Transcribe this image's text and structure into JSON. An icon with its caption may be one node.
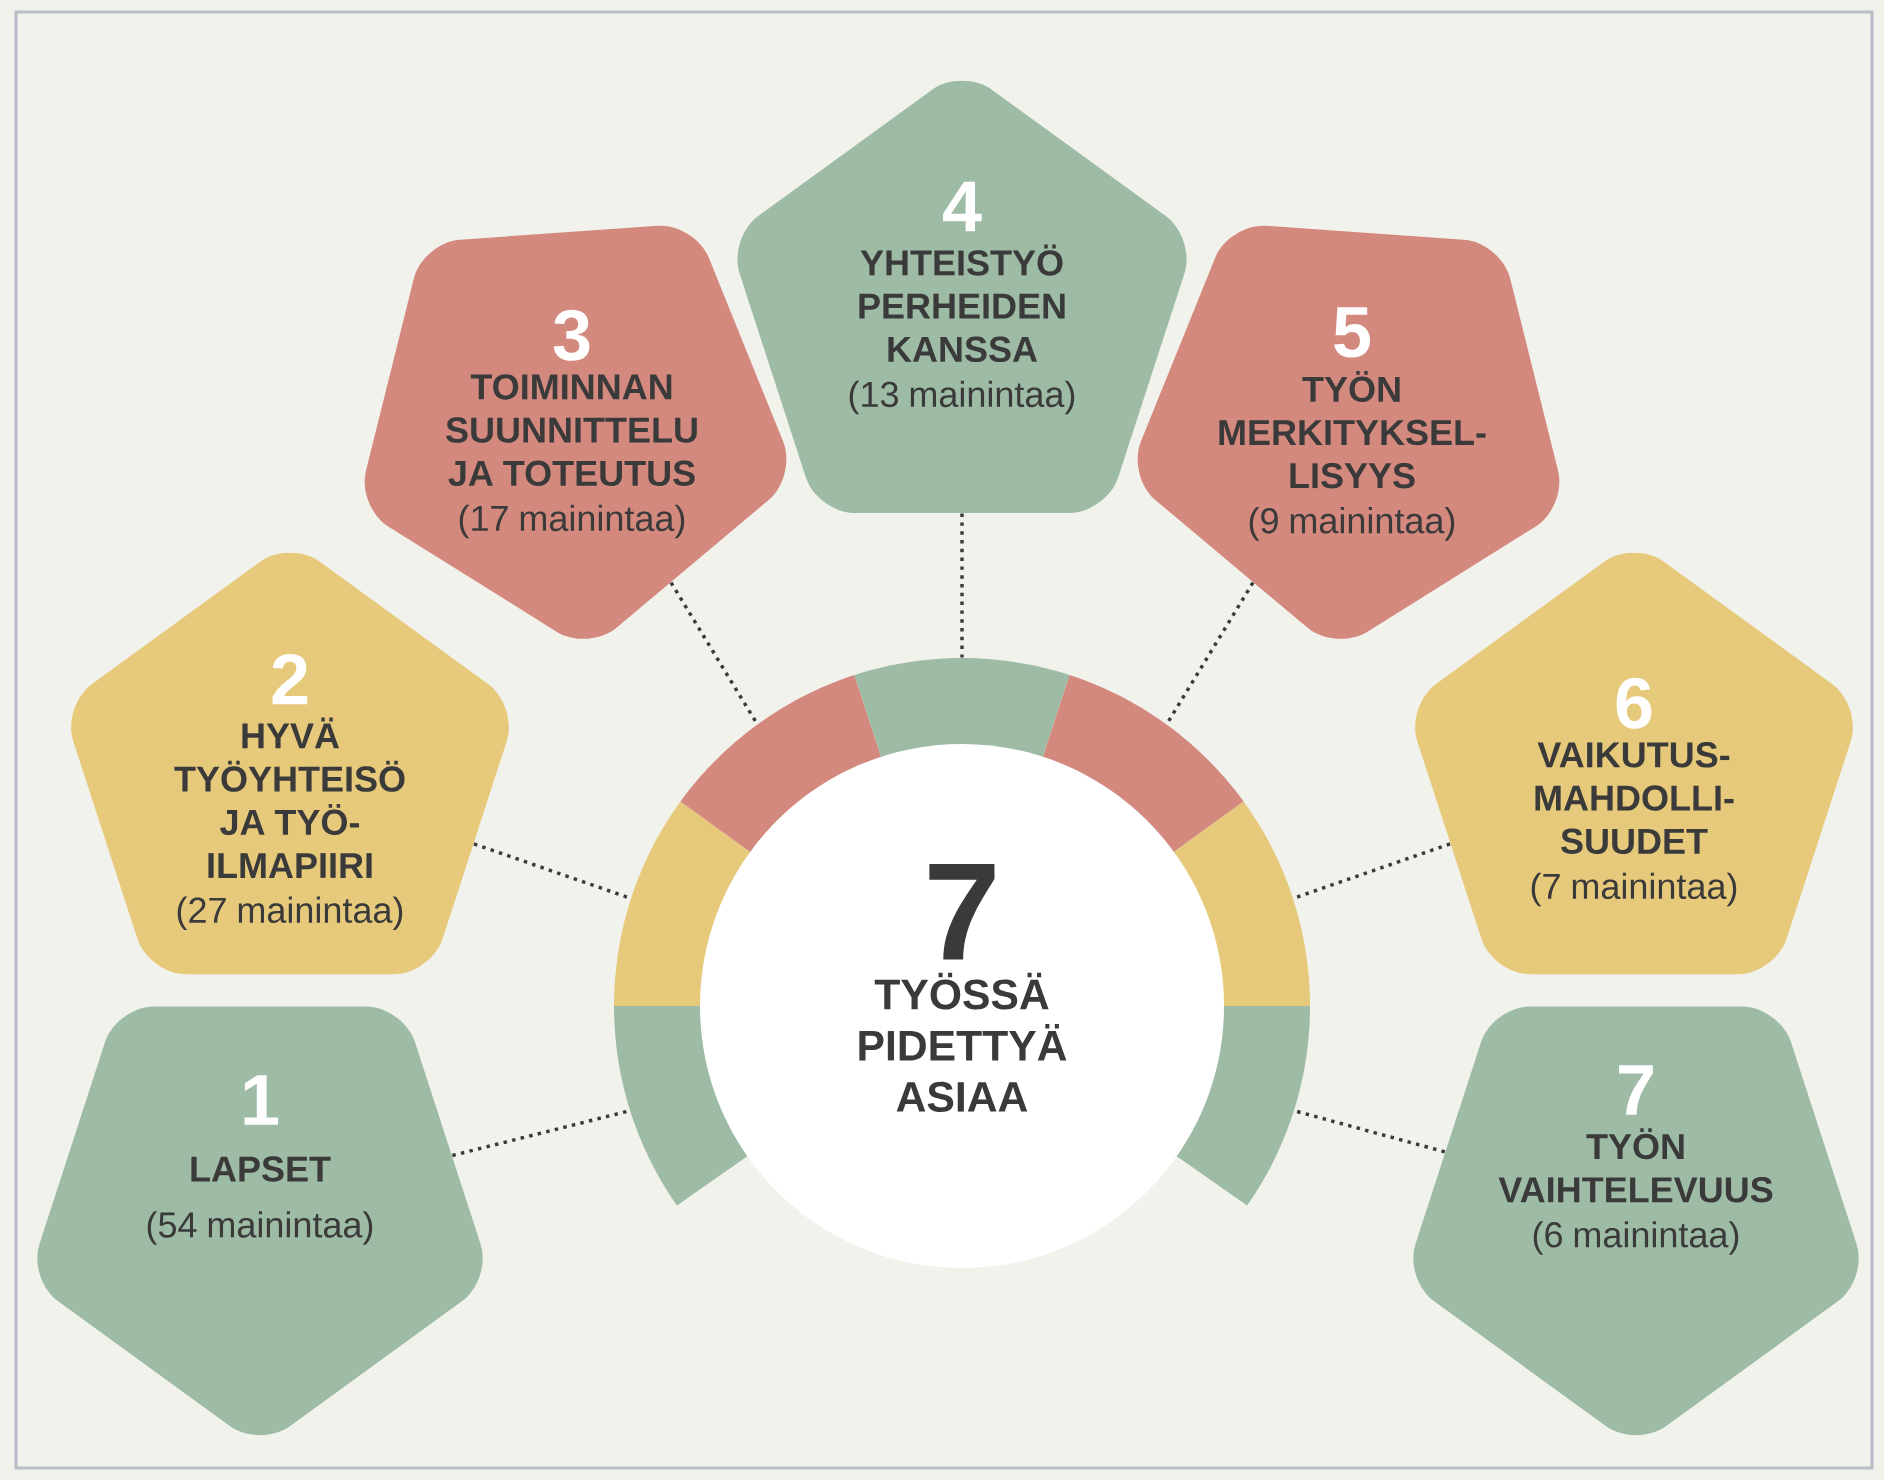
{
  "diagram": {
    "nodes": [
      {
        "text": [
          "1",
          "LAPSET",
          "(54 mainintaa)"
        ]
      },
      {
        "text": [
          "2",
          "HYVÄ TYÖYHTEISÖ JA TYÖ- ILMAPIIRI",
          "(27 mainintaa)"
        ]
      },
      {
        "text": [
          "3",
          "TOIMINNAN SUUNNITTELU JA TOTEUTUS",
          "(17 mainintaa)"
        ]
      },
      {
        "text": [
          "4",
          "YHTEISTYÖ PERHEIDEN KANSSA",
          "(13 mainintaa)"
        ]
      },
      {
        "text": [
          "5",
          "TYÖN MERKITYKSEL- LISYYS",
          "(9 mainintaa)"
        ]
      },
      {
        "text": [
          "6",
          "VAIKUTUS- MAHDOLLI- SUUDET",
          "(7 mainintaa)"
        ]
      },
      {
        "text": [
          "7",
          "TYÖN VAIHTELEVUUS",
          "(6 mainintaa)"
        ]
      },
      {
        "text": [
          "7",
          "TYÖSSÄ PIDETTYÄ ASIAA"
        ]
      },
      {
        "text": [],
        "shape": "arc"
      },
      {
        "text": [],
        "shape": "arc"
      },
      {
        "text": [],
        "shape": "arc"
      },
      {
        "text": [],
        "shape": "arc"
      },
      {
        "text": [],
        "shape": "arc"
      },
      {
        "text": [],
        "shape": "arc"
      },
      {
        "text": [],
        "shape": "arc"
      }
    ],
    "edges": [
      {
        "from": 0,
        "to": 8,
        "arrow": "none"
      },
      {
        "from": 1,
        "to": 9,
        "arrow": "none"
      },
      {
        "from": 2,
        "to": 10,
        "arrow": "none"
      },
      {
        "from": 3,
        "to": 11,
        "arrow": "none"
      },
      {
        "from": 4,
        "to": 12,
        "arrow": "none"
      },
      {
        "from": 5,
        "to": 13,
        "arrow": "none"
      },
      {
        "from": 6,
        "to": 14,
        "arrow": "none"
      }
    ]
  }
}
